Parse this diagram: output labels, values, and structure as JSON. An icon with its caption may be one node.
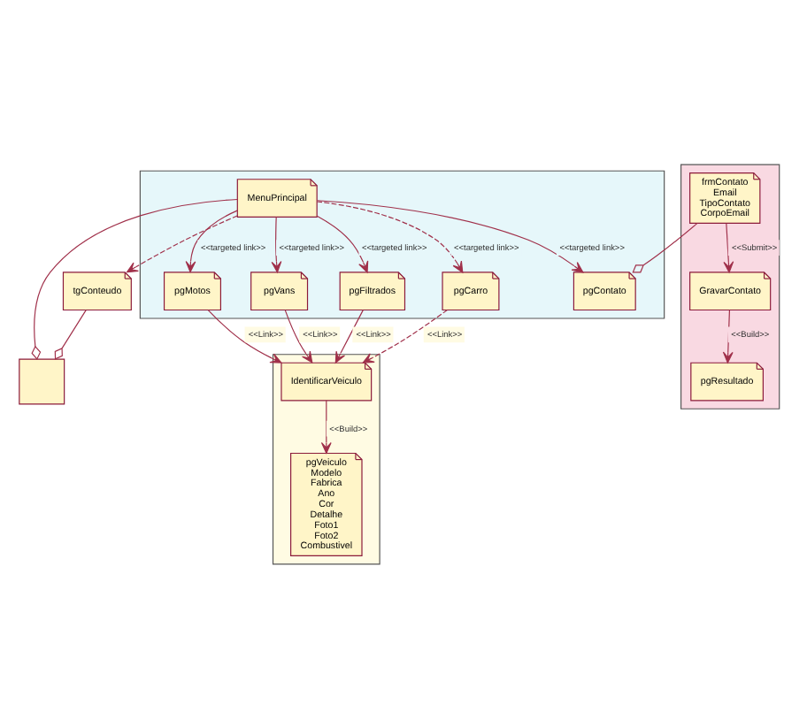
{
  "diagram": {
    "nodes": [
      {
        "text": [
          "tgConteudo"
        ]
      },
      {
        "text": [],
        "shape": "box"
      },
      {
        "text": [],
        "shape": "box"
      },
      {
        "text": [
          "pgVans"
        ],
        "in": 2
      },
      {
        "text": [
          "MenuPrincipal"
        ],
        "in": 2
      },
      {
        "text": [
          "pgContato"
        ],
        "in": 2
      },
      {
        "text": [
          "pgFiltrados"
        ],
        "in": 2
      },
      {
        "text": [
          "pgCarro"
        ],
        "in": 2
      },
      {
        "text": [
          "pgMotos"
        ],
        "in": 2
      },
      {
        "text": [],
        "shape": "box"
      },
      {
        "text": [
          "frmContato",
          "Email",
          "TipoContato",
          "CorpoEmail"
        ],
        "in": 9
      },
      {
        "text": [
          "GravarContato"
        ],
        "in": 9
      },
      {
        "text": [
          "pgResultado"
        ],
        "in": 9
      },
      {
        "text": [],
        "shape": "box"
      },
      {
        "text": [
          "IdentificarVeiculo"
        ],
        "in": 13
      },
      {
        "text": [
          "pgVeiculo",
          "Modelo",
          "Fabrica",
          "Ano",
          "Cor",
          "Detalhe",
          "Foto1",
          "Foto2",
          "Combustivel"
        ],
        "in": 13
      }
    ],
    "edges": [
      {
        "from": 0,
        "to": 1,
        "arrow": "other"
      },
      {
        "from": 4,
        "to": 1,
        "arrow": "other"
      },
      {
        "from": 4,
        "to": 0,
        "arrow": "to",
        "style": "dashed"
      },
      {
        "from": 4,
        "to": 3,
        "arrow": "to",
        "label": "<<targeted link>>"
      },
      {
        "from": 4,
        "to": 5,
        "arrow": "to",
        "label": "<<targeted link>>"
      },
      {
        "from": 10,
        "to": 5,
        "arrow": "other"
      },
      {
        "from": 4,
        "to": 6,
        "arrow": "to",
        "label": "<<targeted link>>"
      },
      {
        "from": 4,
        "to": 7,
        "arrow": "to",
        "label": "<<targeted link>>",
        "style": "dashed"
      },
      {
        "from": 4,
        "to": 8,
        "arrow": "to",
        "label": "<<targeted link>>"
      },
      {
        "from": 3,
        "to": 14,
        "arrow": "to",
        "label": "<<Link>>"
      },
      {
        "from": 6,
        "to": 14,
        "arrow": "to",
        "label": "<<Link>>"
      },
      {
        "from": 7,
        "to": 14,
        "arrow": "to",
        "label": "<<Link>>",
        "style": "dashed"
      },
      {
        "from": 8,
        "to": 14,
        "arrow": "to",
        "label": "<<Link>>"
      },
      {
        "from": 14,
        "to": 15,
        "arrow": "to",
        "label": "<<Build>>"
      },
      {
        "from": 10,
        "to": 11,
        "arrow": "to",
        "label": "<<Submit>>"
      },
      {
        "from": 11,
        "to": 12,
        "arrow": "to",
        "label": "<<Build>>"
      }
    ]
  }
}
